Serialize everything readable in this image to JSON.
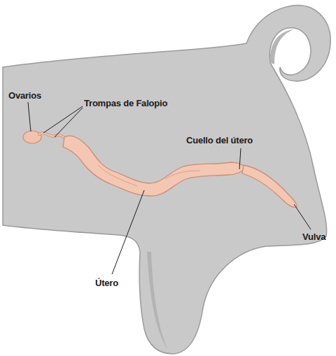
{
  "diagram": {
    "labels": [
      "Ovarios",
      "Trompas de Falopio",
      "Cuello del útero",
      "Vulva",
      "Útero"
    ]
  }
}
